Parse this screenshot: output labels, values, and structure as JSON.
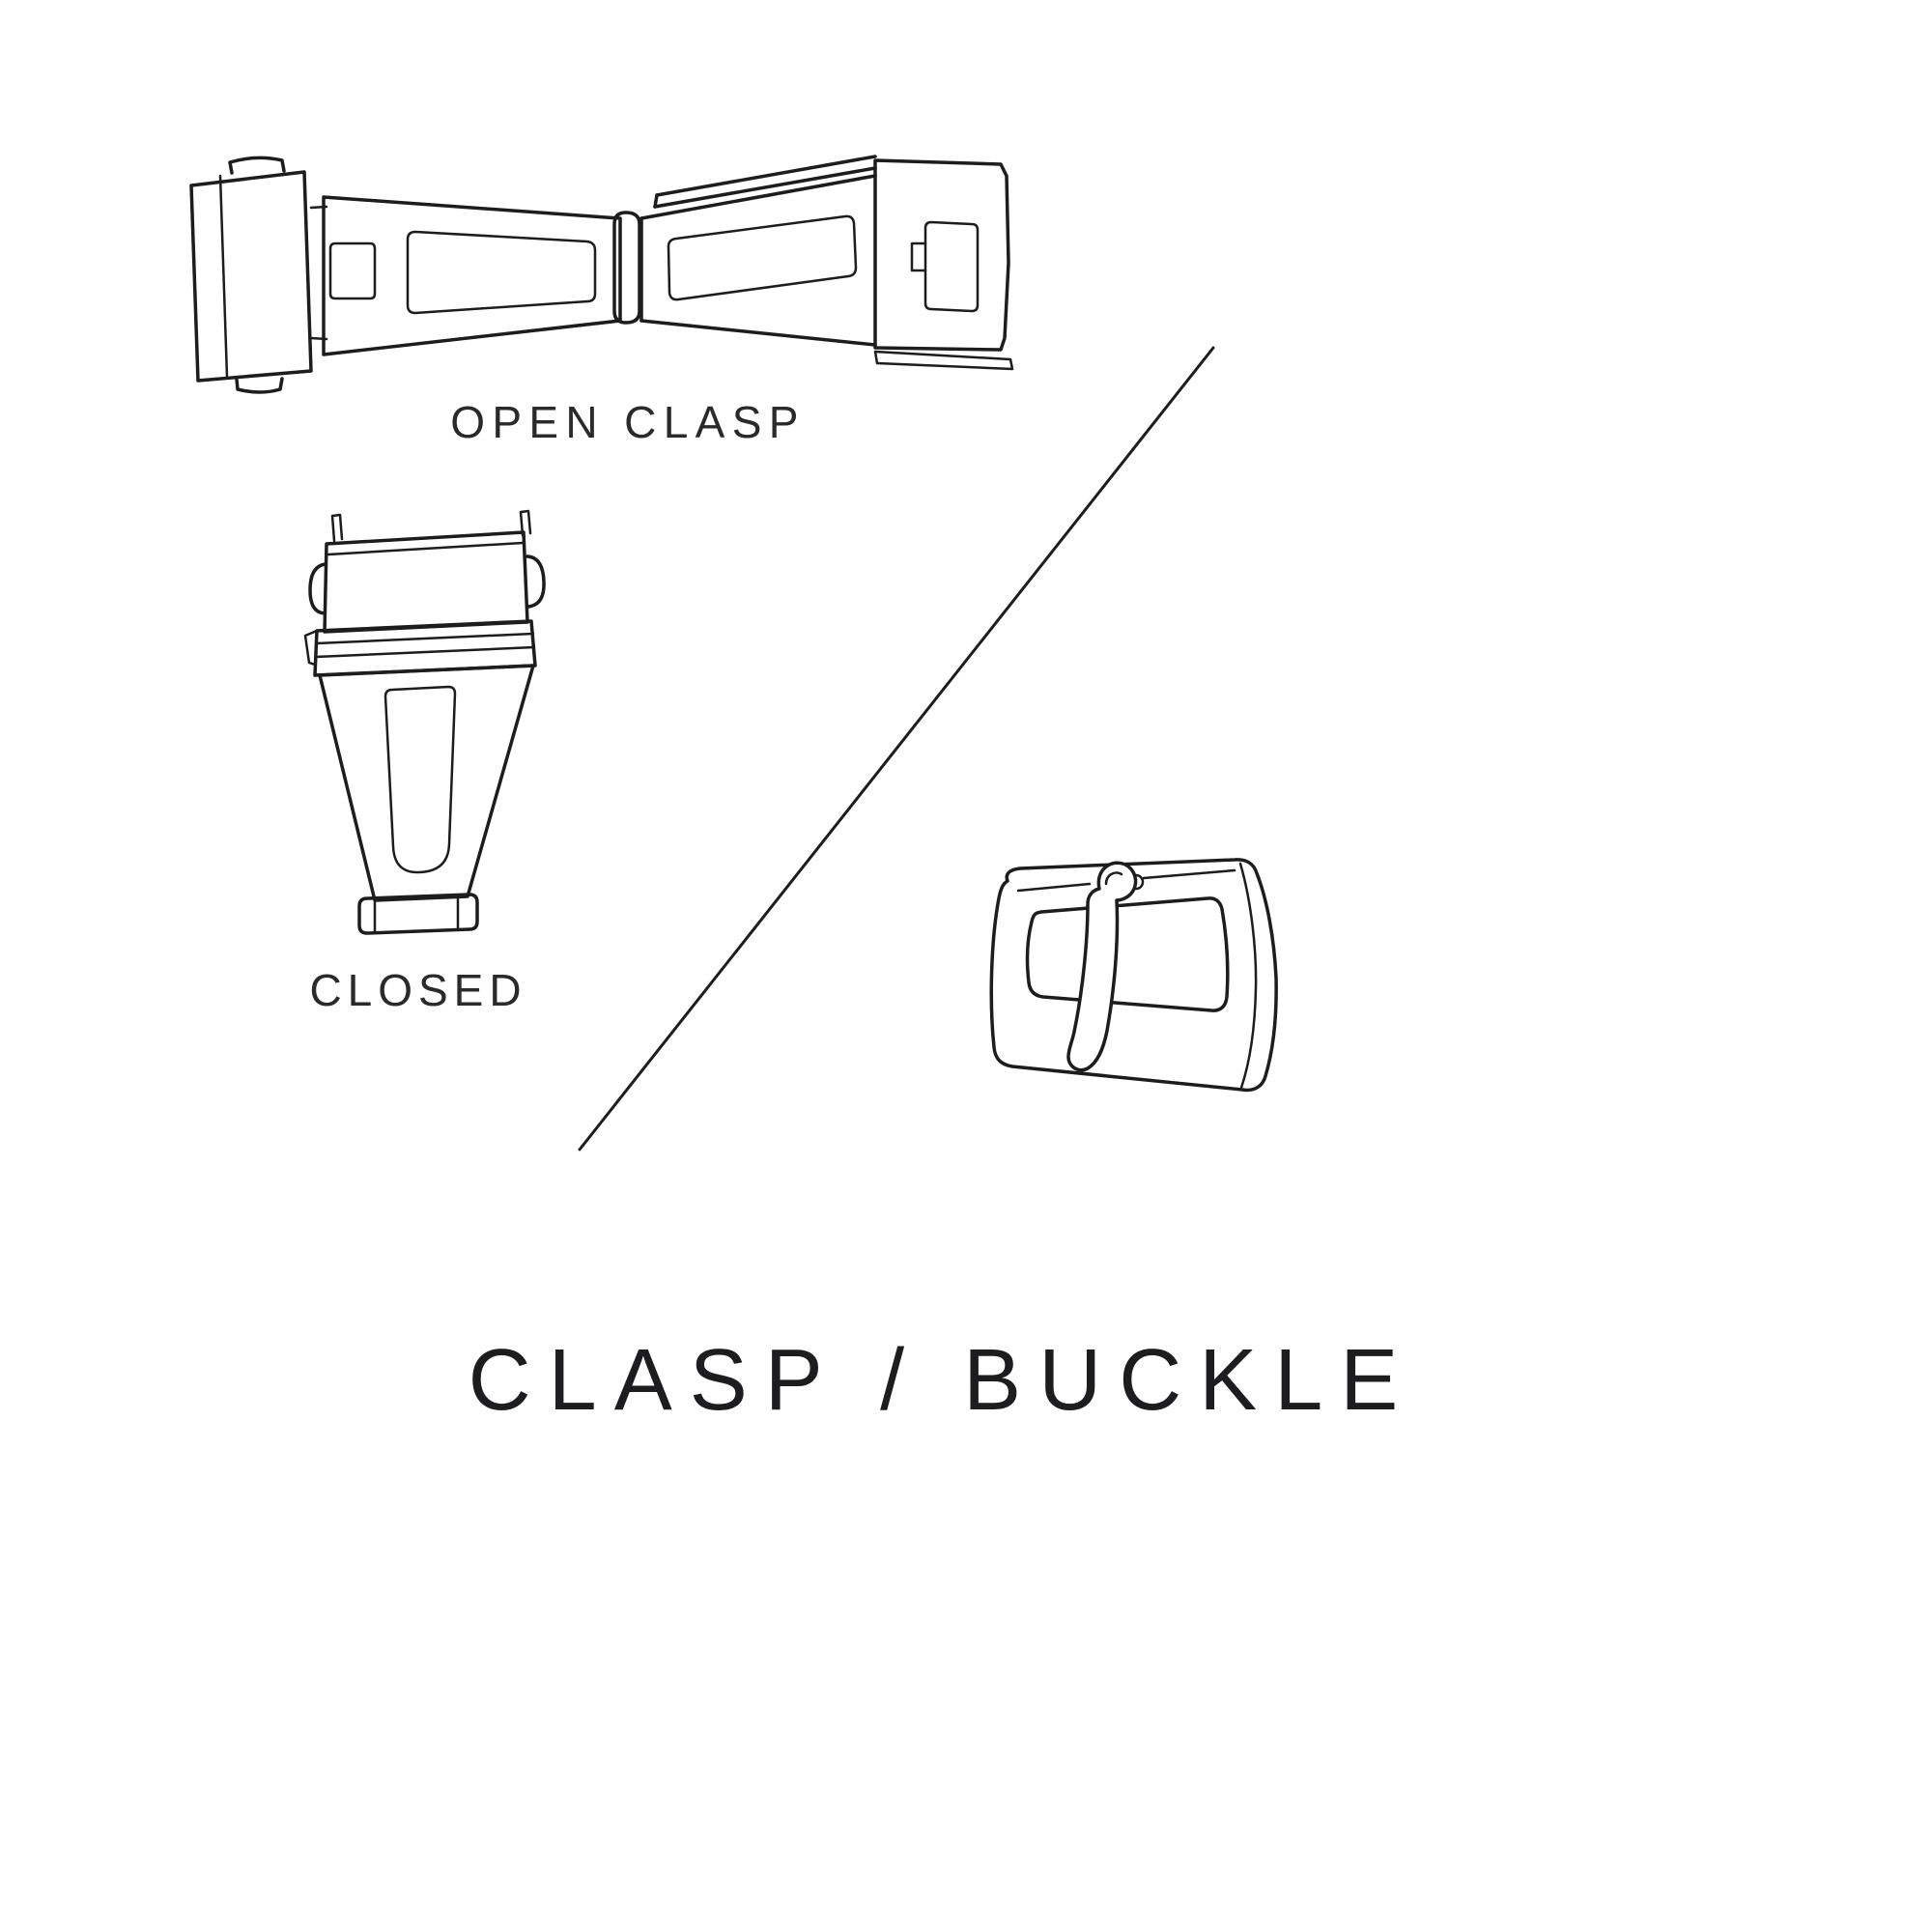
{
  "title": "CLASP / BUCKLE",
  "labels": {
    "open_clasp": "OPEN CLASP",
    "closed_clasp": "CLOSED"
  },
  "illustrations": {
    "open_clasp": "open-clasp-illustration",
    "closed_clasp": "closed-clasp-illustration",
    "buckle": "buckle-illustration",
    "divider": "diagonal-divider-line"
  },
  "colors": {
    "line": "#1d1d1f",
    "text": "#2a2a2a",
    "background": "#ffffff"
  }
}
